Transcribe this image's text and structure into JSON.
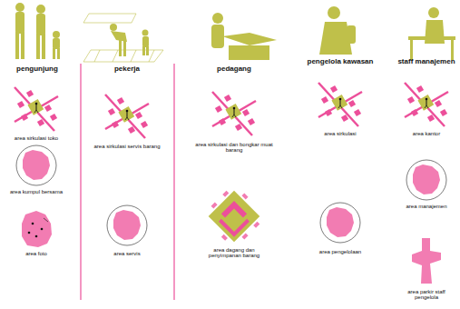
{
  "diagram": {
    "labels": [
      "pengunjung",
      "pekerja",
      "pedagang",
      "pengelola kawasan",
      "staff manajemen",
      "area sirkulasi toko",
      "area kumpul bersama",
      "area foto",
      "area sirkulasi servis barang",
      "area servis",
      "area sirkulasi dan bongkar muat barang",
      "area dagang dan penyimpanan barang",
      "area sirkulasi",
      "area pengelolaan",
      "area kantor",
      "area manajemen",
      "area parkir staff pengelola"
    ]
  }
}
